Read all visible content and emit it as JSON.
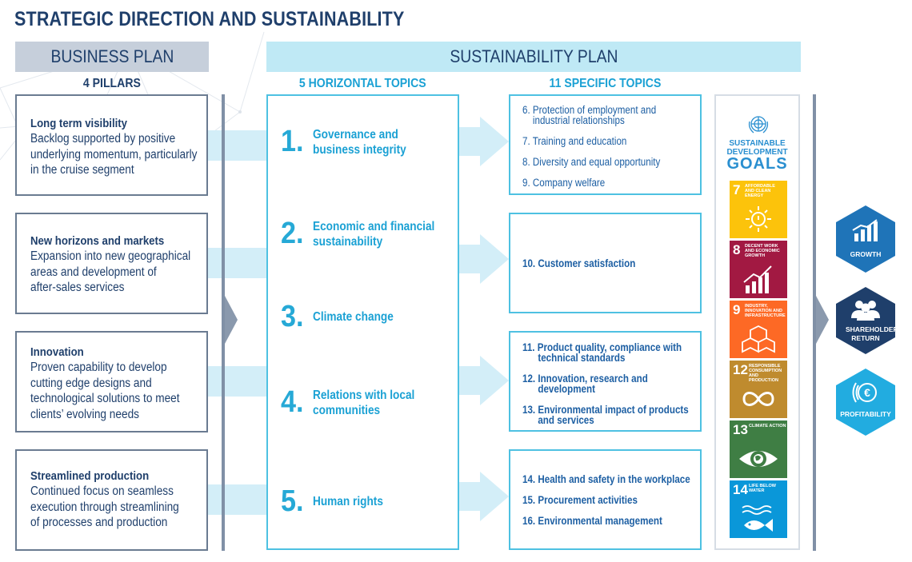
{
  "title": "STRATEGIC DIRECTION AND SUSTAINABILITY",
  "bands": {
    "business": "BUSINESS PLAN",
    "sustainability": "SUSTAINABILITY PLAN"
  },
  "columns": {
    "pillars": "4 PILLARS",
    "horizontal": "5 HORIZONTAL TOPICS",
    "specific": "11 SPECIFIC TOPICS"
  },
  "pillars": [
    {
      "title": "Long term visibility",
      "lines": [
        "Backlog supported by positive",
        "underlying momentum, particularly",
        "in the cruise segment"
      ]
    },
    {
      "title": "New horizons and markets",
      "lines": [
        "Expansion into new geographical",
        "areas and development of",
        "after-sales services"
      ]
    },
    {
      "title": "Innovation",
      "lines": [
        "Proven capability to develop",
        "cutting edge designs and",
        "technological solutions to meet",
        "clients’ evolving needs"
      ]
    },
    {
      "title": "Streamlined production",
      "lines": [
        "Continued focus on seamless",
        "execution through streamlining",
        "of processes and production"
      ]
    }
  ],
  "horizontal_topics": [
    {
      "num": "1.",
      "lines": [
        "Governance and",
        "business integrity"
      ]
    },
    {
      "num": "2.",
      "lines": [
        "Economic and financial",
        "sustainability"
      ]
    },
    {
      "num": "3.",
      "lines": [
        "Climate change"
      ]
    },
    {
      "num": "4.",
      "lines": [
        "Relations with local",
        "communities"
      ]
    },
    {
      "num": "5.",
      "lines": [
        "Human rights"
      ]
    }
  ],
  "specific_topics": [
    {
      "items": [
        [
          "6. Protection of employment and",
          "    industrial relationships"
        ],
        [
          "7. Training and education"
        ],
        [
          "8. Diversity and equal opportunity"
        ],
        [
          "9. Company welfare"
        ]
      ]
    },
    {
      "items": [
        [
          "10. Customer satisfaction"
        ]
      ]
    },
    {
      "items": [
        [
          "11. Product quality, compliance with",
          "      technical standards"
        ],
        [
          "12. Innovation, research and",
          "      development"
        ],
        [
          "13. Environmental impact of products",
          "      and services"
        ]
      ]
    },
    {
      "items": [
        [
          "14. Health and safety in the workplace"
        ],
        [
          "15. Procurement activities"
        ],
        [
          "16. Environmental management"
        ]
      ]
    }
  ],
  "sdg": {
    "logo_lines": [
      "SUSTAINABLE",
      "DEVELOPMENT",
      "GOALS"
    ],
    "tiles": [
      {
        "num": "7",
        "text": "AFFORDABLE AND CLEAN ENERGY",
        "color": "#fcc30b",
        "icon": "sun-power-icon"
      },
      {
        "num": "8",
        "text": "DECENT WORK AND ECONOMIC GROWTH",
        "color": "#a21942",
        "icon": "growth-chart-icon"
      },
      {
        "num": "9",
        "text": "INDUSTRY, INNOVATION AND INFRASTRUCTURE",
        "color": "#fd6925",
        "icon": "cubes-icon"
      },
      {
        "num": "12",
        "text": "RESPONSIBLE CONSUMPTION AND PRODUCTION",
        "color": "#bf8b2e",
        "icon": "infinity-icon"
      },
      {
        "num": "13",
        "text": "CLIMATE ACTION",
        "color": "#3f7e44",
        "icon": "earth-eye-icon"
      },
      {
        "num": "14",
        "text": "LIFE BELOW WATER",
        "color": "#0a97d9",
        "icon": "fish-icon"
      }
    ]
  },
  "outcomes": [
    {
      "label": "GROWTH",
      "color": "#1f74b8",
      "icon": "bar-chart-icon"
    },
    {
      "label": "SHAREHOLDERS RETURN",
      "color": "#1f3f6b",
      "icon": "people-group-icon"
    },
    {
      "label": "PROFITABILITY",
      "color": "#22ace0",
      "icon": "euro-coin-icon"
    }
  ],
  "colors": {
    "navy": "#1f3f6b",
    "cyan": "#1ba1d4",
    "light_cyan": "#d3eef8",
    "grey_border": "#6a7b91"
  }
}
